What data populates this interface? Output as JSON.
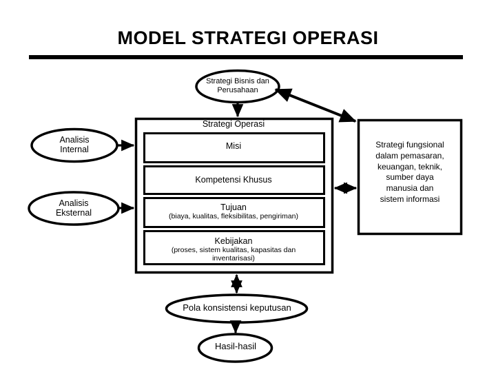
{
  "page": {
    "title": "MODEL STRATEGI OPERASI",
    "background_color": "#ffffff",
    "line_color": "#000000"
  },
  "diagram": {
    "type": "flowchart",
    "nodes": {
      "strategi_bisnis": {
        "shape": "ellipse",
        "line1": "Strategi Bisnis dan",
        "line2": "Perusahaan"
      },
      "analisis_internal": {
        "shape": "ellipse",
        "line1": "Analisis",
        "line2": "Internal"
      },
      "analisis_eksternal": {
        "shape": "ellipse",
        "line1": "Analisis",
        "line2": "Eksternal"
      },
      "strategi_operasi": {
        "shape": "box",
        "header": "Strategi Operasi",
        "items": [
          {
            "title": "Misi",
            "detail": ""
          },
          {
            "title": "Kompetensi Khusus",
            "detail": ""
          },
          {
            "title": "Tujuan",
            "detail": "(biaya, kualitas, fleksibilitas, pengiriman)"
          },
          {
            "title": "Kebijakan",
            "detail_line1": "(proses, sistem kualitas, kapasitas dan",
            "detail_line2": "inventarisasi)"
          }
        ]
      },
      "strategi_fungsional": {
        "shape": "box",
        "line1": "Strategi fungsional",
        "line2": "dalam pemasaran,",
        "line3": "keuangan, teknik,",
        "line4": "sumber daya",
        "line5": "manusia dan",
        "line6": "sistem informasi"
      },
      "pola_konsistensi": {
        "shape": "ellipse",
        "label": "Pola konsistensi keputusan"
      },
      "hasil": {
        "shape": "ellipse",
        "label": "Hasil-hasil"
      }
    },
    "edges": [
      {
        "name": "bisnis-to-operasi",
        "from": "strategi_bisnis",
        "to": "strategi_operasi",
        "arrow": "single-down"
      },
      {
        "name": "bisnis-to-fungsional",
        "from": "strategi_bisnis",
        "to": "strategi_fungsional",
        "arrow": "double-diagonal"
      },
      {
        "name": "internal-to-operasi",
        "from": "analisis_internal",
        "to": "strategi_operasi",
        "arrow": "single-right"
      },
      {
        "name": "eksternal-to-operasi",
        "from": "analisis_eksternal",
        "to": "strategi_operasi",
        "arrow": "single-right"
      },
      {
        "name": "operasi-to-fungsional",
        "from": "strategi_operasi",
        "to": "strategi_fungsional",
        "arrow": "double-horizontal"
      },
      {
        "name": "operasi-to-pola",
        "from": "strategi_operasi",
        "to": "pola_konsistensi",
        "arrow": "double-vertical"
      },
      {
        "name": "pola-to-hasil",
        "from": "pola_konsistensi",
        "to": "hasil",
        "arrow": "single-down"
      }
    ]
  }
}
